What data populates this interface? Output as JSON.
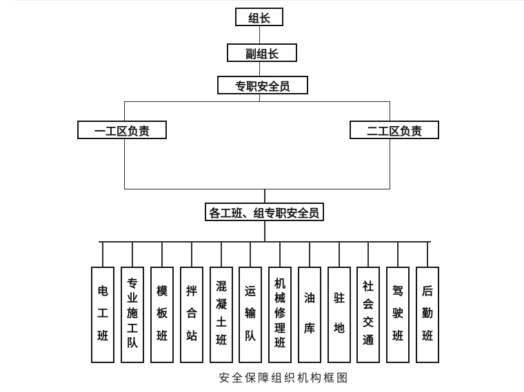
{
  "diagram": {
    "caption": "安全保障组织机构框图",
    "nodes": {
      "group_leader": "组长",
      "deputy_group_leader": "副组长",
      "safety_officer": "专职安全员",
      "zone_one": "一工区负责",
      "zone_two": "二工区负责",
      "team_safety_officers": "各工班、组专职安全员"
    },
    "teams": [
      "电工班",
      "专业施工队",
      "模板班",
      "拌合站",
      "混凝土班",
      "运输队",
      "机械修理班",
      "油库",
      "驻地",
      "社会交通",
      "驾驶班",
      "后勤班"
    ],
    "colors": {
      "line": "#2e2e2e",
      "box_border": "#161616",
      "text": "#111111",
      "background": "#ffffff"
    }
  }
}
